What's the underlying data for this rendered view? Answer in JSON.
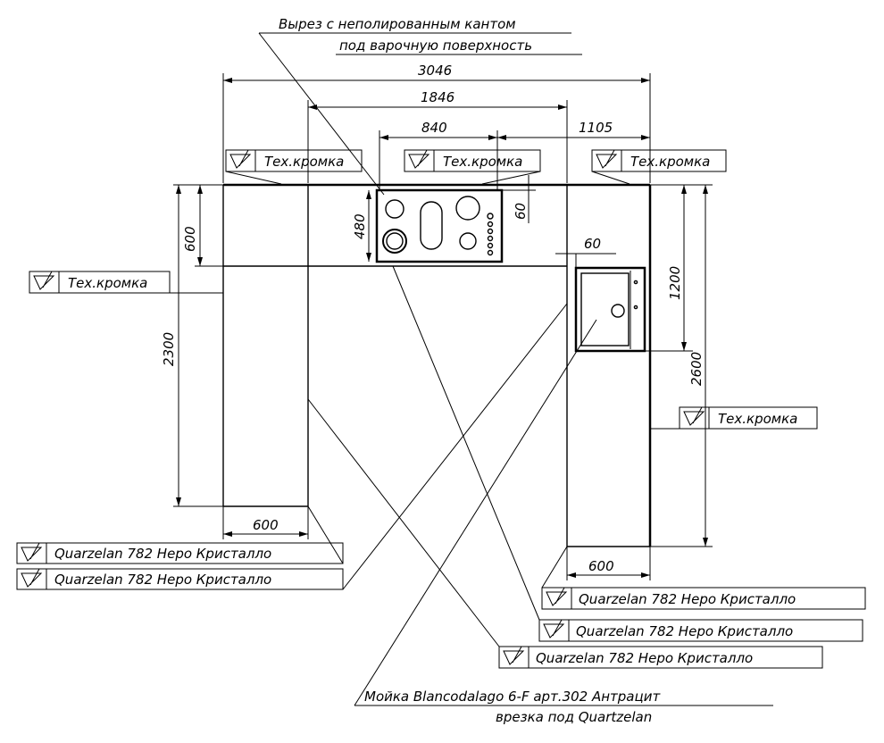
{
  "title_note": {
    "line1": "Вырез с неполированным кантом",
    "line2": "под варочную поверхность"
  },
  "dimensions": {
    "overall_width": "3046",
    "mid_width": "1846",
    "hob_width": "840",
    "right_wing_width": "1105",
    "top_depth": "600",
    "hob_depth": "480",
    "hob_offset": "60",
    "sink_offset": "60",
    "right_upper": "1200",
    "left_height": "2300",
    "right_height": "2600",
    "left_bottom_width": "600",
    "right_bottom_width": "600"
  },
  "edge_labels": {
    "top_left": "Тех.кромка",
    "top_center": "Тех.кромка",
    "top_right": "Тех.кромка",
    "left": "Тех.кромка",
    "right": "Тех.кромка"
  },
  "material_labels": {
    "left_1": "Quarzelan 782 Неро Кристалло",
    "left_2": "Quarzelan 782 Неро Кристалло",
    "right_1": "Quarzelan 782 Неро Кристалло",
    "right_2": "Quarzelan 782 Неро Кристалло",
    "right_3": "Quarzelan 782 Неро Кристалло"
  },
  "sink_note": {
    "line1": "Мойка Blancodalago 6-F арт.302 Антрацит",
    "line2": "врезка под Quartzelan"
  },
  "symbols": {
    "finish_mark": "check-triangle-icon"
  }
}
